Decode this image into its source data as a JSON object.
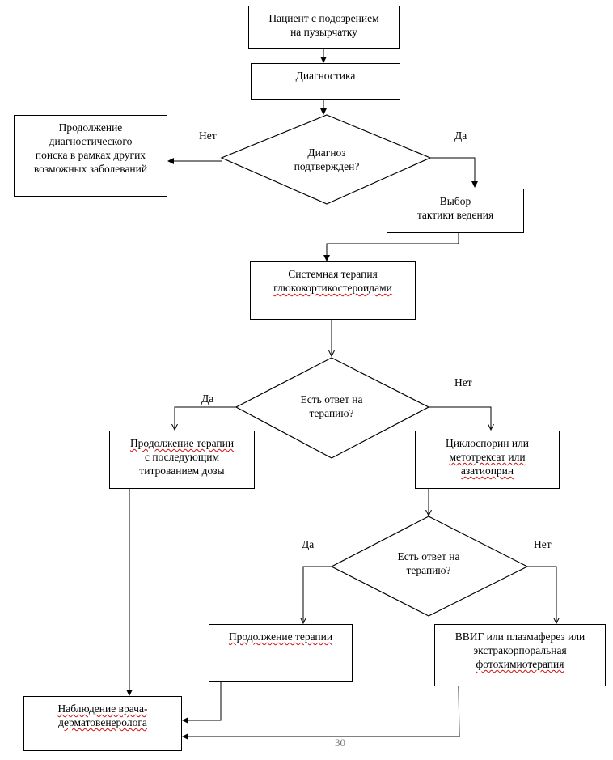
{
  "nodes": {
    "start": {
      "line1": "Пациент с подозрением",
      "line2": "на пузырчатку"
    },
    "diagnostics": {
      "line1": "Диагностика"
    },
    "decision1": {
      "line1": "Диагноз",
      "line2": "подтвержден?"
    },
    "other_diseases": {
      "line1": "Продолжение",
      "line2": "диагностического",
      "line3": "поиска в рамках других",
      "line4": "возможных заболеваний"
    },
    "tactics": {
      "line1": "Выбор",
      "line2": "тактики ведения"
    },
    "systemic": {
      "line1": "Системная терапия",
      "line2": "глюкокортикостероидами"
    },
    "decision2": {
      "line1": "Есть ответ на",
      "line2": "терапию?"
    },
    "continue_titration": {
      "line1": "Продолжение  терапии",
      "line2": "с последующим",
      "line3": "титрованием дозы"
    },
    "immunosuppressants": {
      "line1": "Циклоспорин или",
      "line2": "метотрексат или",
      "line3": "азатиоприн"
    },
    "decision3": {
      "line1": "Есть ответ на",
      "line2": "терапию?"
    },
    "continue_therapy": {
      "line1": "Продолжение  терапии"
    },
    "ivig": {
      "line1": "ВВИГ или плазмаферез или",
      "line2": "экстракорпоральная",
      "line3": "фотохимиотерапия"
    },
    "observation": {
      "line1": "Наблюдение врача-",
      "line2": "дерматовенеролога"
    }
  },
  "labels": {
    "d1_no": "Нет",
    "d1_yes": "Да",
    "d2_yes": "Да",
    "d2_no": "Нет",
    "d3_yes": "Да",
    "d3_no": "Нет"
  },
  "page_number": "30"
}
